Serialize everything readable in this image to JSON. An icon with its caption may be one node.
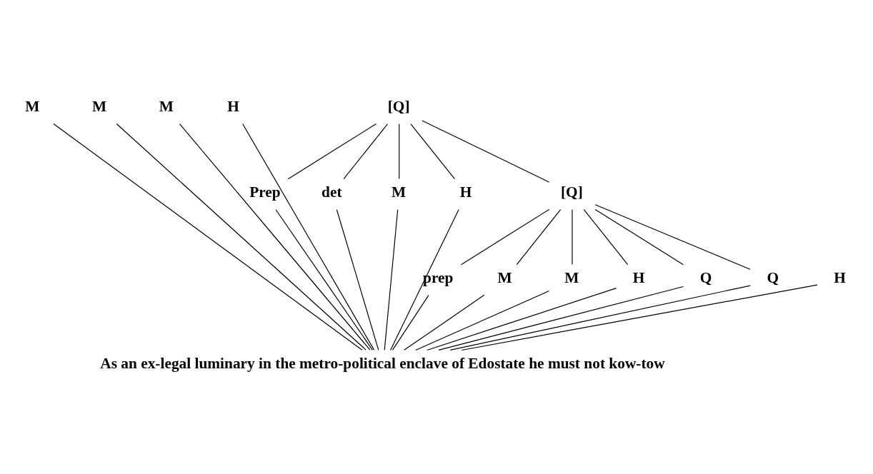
{
  "diagram": {
    "nodes": [
      {
        "text": [
          "M"
        ]
      },
      {
        "text": [
          "M"
        ]
      },
      {
        "text": [
          "M"
        ]
      },
      {
        "text": [
          "H"
        ]
      },
      {
        "text": [
          "[Q]"
        ]
      },
      {
        "text": [
          "Prep"
        ]
      },
      {
        "text": [
          "det"
        ]
      },
      {
        "text": [
          "M"
        ]
      },
      {
        "text": [
          "H"
        ]
      },
      {
        "text": [
          "[Q]"
        ]
      },
      {
        "text": [
          "prep"
        ]
      },
      {
        "text": [
          "M"
        ]
      },
      {
        "text": [
          "M"
        ]
      },
      {
        "text": [
          "H"
        ]
      },
      {
        "text": [
          "Q"
        ]
      },
      {
        "text": [
          "Q"
        ]
      },
      {
        "text": [
          "H"
        ]
      },
      {
        "text": [
          "As an ex-legal luminary in the metro-political enclave of Edostate he must not kow-tow"
        ]
      }
    ],
    "edges": [
      {
        "from": 4,
        "to": 5,
        "arrow": "none"
      },
      {
        "from": 4,
        "to": 6,
        "arrow": "none"
      },
      {
        "from": 4,
        "to": 7,
        "arrow": "none"
      },
      {
        "from": 4,
        "to": 8,
        "arrow": "none"
      },
      {
        "from": 4,
        "to": 9,
        "arrow": "none"
      },
      {
        "from": 9,
        "to": 10,
        "arrow": "none"
      },
      {
        "from": 9,
        "to": 11,
        "arrow": "none"
      },
      {
        "from": 9,
        "to": 12,
        "arrow": "none"
      },
      {
        "from": 9,
        "to": 13,
        "arrow": "none"
      },
      {
        "from": 9,
        "to": 14,
        "arrow": "none"
      },
      {
        "from": 9,
        "to": 15,
        "arrow": "none"
      },
      {
        "from": 0,
        "to": 17,
        "arrow": "none"
      },
      {
        "from": 1,
        "to": 17,
        "arrow": "none"
      },
      {
        "from": 2,
        "to": 17,
        "arrow": "none"
      },
      {
        "from": 3,
        "to": 17,
        "arrow": "none"
      },
      {
        "from": 5,
        "to": 17,
        "arrow": "none"
      },
      {
        "from": 6,
        "to": 17,
        "arrow": "none"
      },
      {
        "from": 7,
        "to": 17,
        "arrow": "none"
      },
      {
        "from": 8,
        "to": 17,
        "arrow": "none"
      },
      {
        "from": 10,
        "to": 17,
        "arrow": "none"
      },
      {
        "from": 11,
        "to": 17,
        "arrow": "none"
      },
      {
        "from": 12,
        "to": 17,
        "arrow": "none"
      },
      {
        "from": 13,
        "to": 17,
        "arrow": "none"
      },
      {
        "from": 14,
        "to": 17,
        "arrow": "none"
      },
      {
        "from": 15,
        "to": 17,
        "arrow": "none"
      },
      {
        "from": 16,
        "to": 17,
        "arrow": "none"
      }
    ]
  }
}
